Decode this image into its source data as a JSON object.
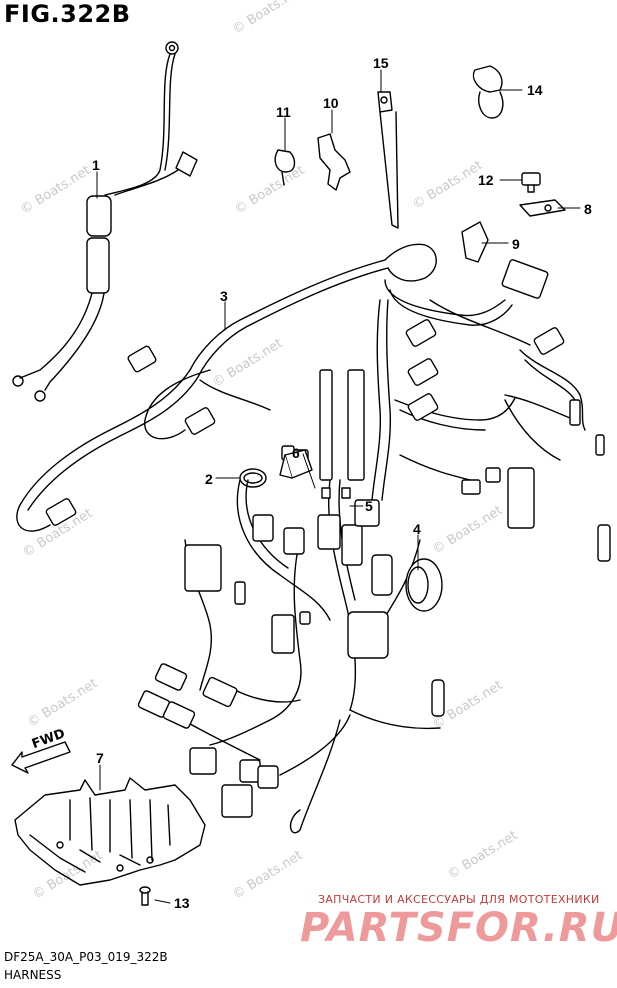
{
  "header": {
    "title": "FIG.322B"
  },
  "footer": {
    "code": "DF25A_30A_P03_019_322B",
    "name": "HARNESS"
  },
  "watermark": {
    "text": "© Boats.net"
  },
  "advert": {
    "tagline": "ЗАПЧАСТИ И АКСЕССУАРЫ ДЛЯ МОТОТЕХНИКИ",
    "logo": "PARTSFOR.RU",
    "color": "#e05555"
  },
  "fwd_label": "FWD",
  "callouts": {
    "c1": "1",
    "c2": "2",
    "c3": "3",
    "c4": "4",
    "c5": "5",
    "c6": "6",
    "c7": "7",
    "c8": "8",
    "c9": "9",
    "c10": "10",
    "c11": "11",
    "c12": "12",
    "c13": "13",
    "c14": "14",
    "c15": "15"
  }
}
